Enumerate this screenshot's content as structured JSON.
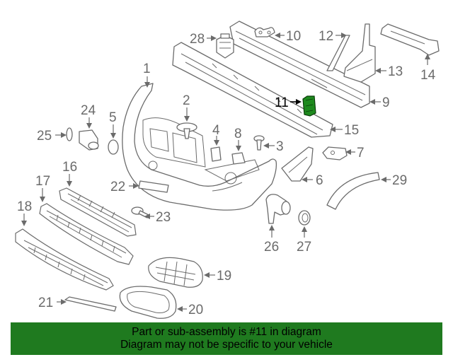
{
  "callouts": {
    "c1": "1",
    "c2": "2",
    "c3": "3",
    "c4": "4",
    "c5": "5",
    "c6": "6",
    "c7": "7",
    "c8": "8",
    "c9": "9",
    "c10": "10",
    "c11": "11",
    "c12": "12",
    "c13": "13",
    "c14": "14",
    "c15": "15",
    "c16": "16",
    "c17": "17",
    "c18": "18",
    "c19": "19",
    "c20": "20",
    "c21": "21",
    "c22": "22",
    "c23": "23",
    "c24": "24",
    "c25": "25",
    "c26": "26",
    "c27": "27",
    "c28": "28",
    "c29": "29"
  },
  "highlighted_part": "11",
  "colors": {
    "highlight": "#1e8a1e",
    "banner": "#1f7a1f",
    "line": "#6b6b6b"
  },
  "banner": {
    "line1": "Part or sub-assembly is #11 in diagram",
    "line2": "Diagram may not be specific to your vehicle"
  }
}
